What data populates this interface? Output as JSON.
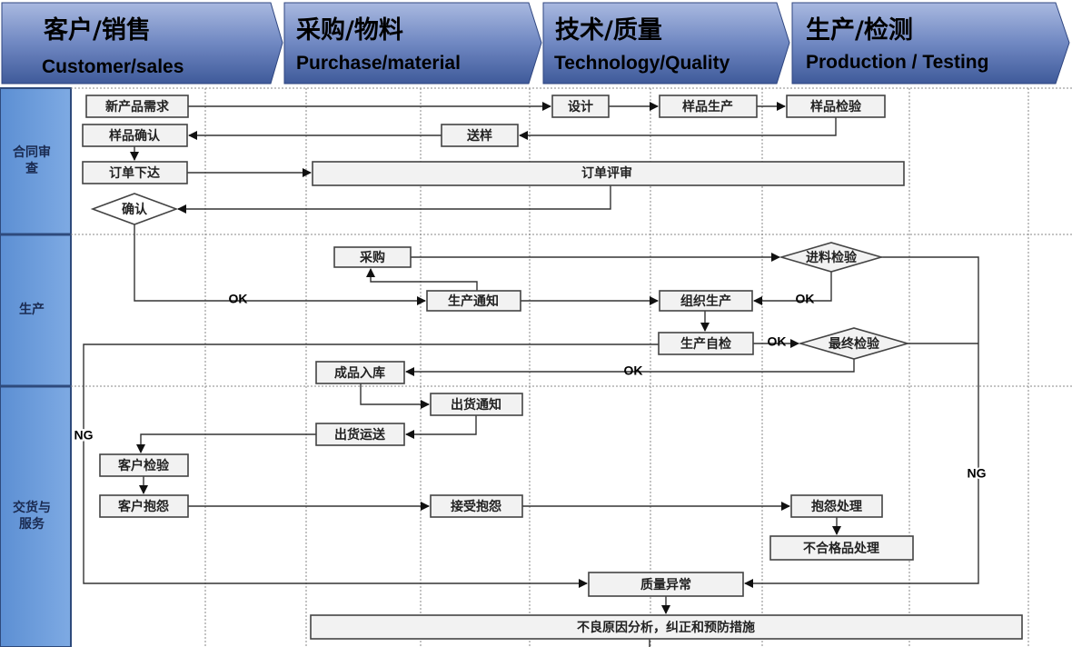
{
  "phases": [
    {
      "cn": "客户/销售",
      "en": "Customer/sales"
    },
    {
      "cn": "采购/物料",
      "en": "Purchase/material"
    },
    {
      "cn": "技术/质量",
      "en": "Technology/Quality"
    },
    {
      "cn": "生产/检测",
      "en": "Production / Testing"
    }
  ],
  "lanes": {
    "contract": [
      "合同审",
      "查"
    ],
    "production": "生产",
    "delivery": [
      "交货与",
      "服务"
    ]
  },
  "nodes": {
    "new_product_demand": "新产品需求",
    "sample_confirm": "样品确认",
    "order_issue": "订单下达",
    "confirm": "确认",
    "design": "设计",
    "sample_production": "样品生产",
    "sample_inspection": "样品检验",
    "send_sample": "送样",
    "order_review": "订单评审",
    "purchase": "采购",
    "incoming_inspection": "进料检验",
    "production_notice": "生产通知",
    "organize_production": "组织生产",
    "self_inspection": "生产自检",
    "final_inspection": "最终检验",
    "warehousing": "成品入库",
    "shipping_notice": "出货通知",
    "shipping_delivery": "出货运送",
    "customer_inspection": "客户检验",
    "customer_complaint": "客户抱怨",
    "accept_complaint": "接受抱怨",
    "complaint_handling": "抱怨处理",
    "nonconforming_handling": "不合格品处理",
    "quality_abnormal": "质量异常",
    "root_cause": "不良原因分析，纠正和预防措施"
  },
  "edge_labels": {
    "ok": "OK",
    "ng": "NG"
  },
  "colors": {
    "phase_top": "#8ea3d4",
    "phase_bottom": "#3f5a9a",
    "lane_bg": "#6e9edb"
  }
}
